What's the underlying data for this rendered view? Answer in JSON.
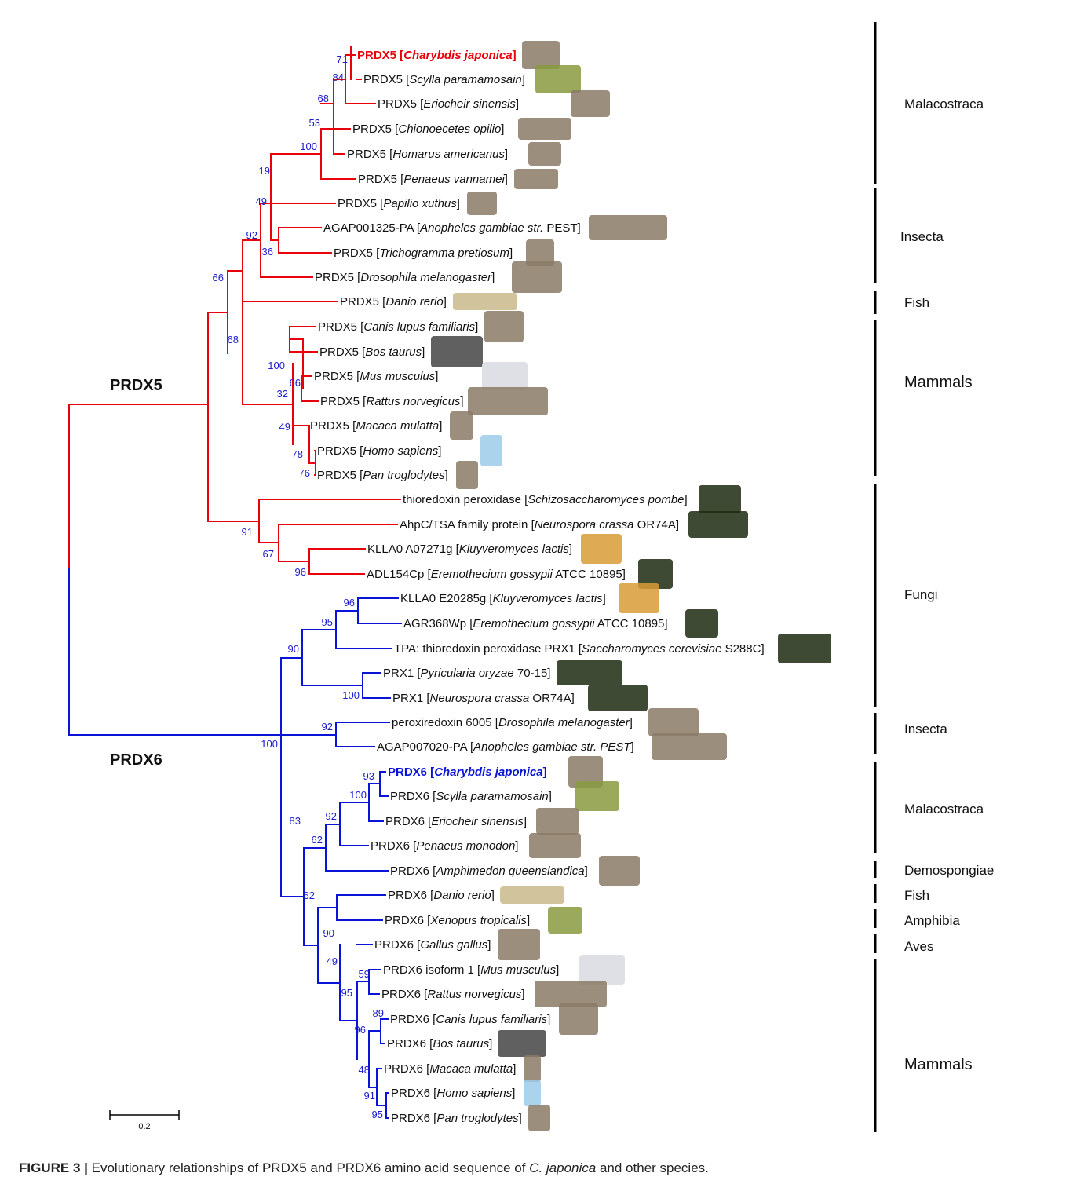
{
  "figure": {
    "caption_label": "FIGURE 3 |",
    "caption_pre": "Evolutionary relationships of PRDX5 and PRDX6 amino acid sequence of",
    "caption_species": "C. japonica",
    "caption_post": "and other species."
  },
  "colors": {
    "prdx5": "#e8000b",
    "prdx6": "#0a14d8",
    "bootstrap": "#1a1ad0",
    "text": "#111111"
  },
  "clades": [
    {
      "label": "PRDX5",
      "color": "prdx5"
    },
    {
      "label": "PRDX6",
      "color": "prdx6"
    }
  ],
  "scale_bar": {
    "label": "0.2"
  },
  "leaves": [
    {
      "pre": "PRDX5 [",
      "sp": "Charybdis japonica",
      "post": "]",
      "clade": "prdx5",
      "highlight": true,
      "icon": "crab-icon"
    },
    {
      "pre": "PRDX5 [",
      "sp": "Scylla paramamosain",
      "post": "]",
      "clade": "prdx5",
      "icon": "green-crab-icon"
    },
    {
      "pre": "PRDX5 [",
      "sp": "Eriocheir sinensis",
      "post": "]",
      "clade": "prdx5",
      "icon": "hairy-crab-icon"
    },
    {
      "pre": "PRDX5 [",
      "sp": "Chionoecetes opilio",
      "post": "]",
      "clade": "prdx5",
      "icon": "snow-crab-icon"
    },
    {
      "pre": "PRDX5 [",
      "sp": "Homarus americanus",
      "post": "]",
      "clade": "prdx5",
      "icon": "lobster-icon"
    },
    {
      "pre": "PRDX5 [",
      "sp": "Penaeus vannamei",
      "post": "]",
      "clade": "prdx5",
      "icon": "shrimp-icon"
    },
    {
      "pre": "PRDX5 [",
      "sp": "Papilio xuthus",
      "post": "]",
      "clade": "prdx5",
      "icon": "butterfly-icon"
    },
    {
      "pre": "AGAP001325-PA [",
      "sp": "Anopheles gambiae str.",
      "post": " PEST]",
      "clade": "prdx5",
      "icon": "mosquito-icon"
    },
    {
      "pre": "PRDX5 [",
      "sp": "Trichogramma pretiosum",
      "post": "]",
      "clade": "prdx5",
      "icon": "wasp-icon"
    },
    {
      "pre": "PRDX5 [",
      "sp": "Drosophila melanogaster",
      "post": "]",
      "clade": "prdx5",
      "icon": "fruit-fly-icon"
    },
    {
      "pre": "PRDX5 [",
      "sp": "Danio rerio",
      "post": "]",
      "clade": "prdx5",
      "icon": "zebrafish-icon"
    },
    {
      "pre": "PRDX5 [",
      "sp": "Canis lupus familiaris",
      "post": "]",
      "clade": "prdx5",
      "icon": "dog-icon"
    },
    {
      "pre": "PRDX5 [",
      "sp": "Bos taurus",
      "post": "]",
      "clade": "prdx5",
      "icon": "cow-icon"
    },
    {
      "pre": "PRDX5 [",
      "sp": "Mus musculus",
      "post": "]",
      "clade": "prdx5",
      "icon": "mouse-icon"
    },
    {
      "pre": "PRDX5 [",
      "sp": "Rattus norvegicus",
      "post": "]",
      "clade": "prdx5",
      "icon": "rat-icon"
    },
    {
      "pre": "PRDX5 [",
      "sp": "Macaca mulatta",
      "post": "]",
      "clade": "prdx5",
      "icon": "macaque-icon"
    },
    {
      "pre": "PRDX5 [",
      "sp": "Homo sapiens",
      "post": "]",
      "clade": "prdx5",
      "icon": "human-icon"
    },
    {
      "pre": "PRDX5 [",
      "sp": "Pan troglodytes",
      "post": "]",
      "clade": "prdx5",
      "icon": "chimpanzee-icon"
    },
    {
      "pre": "thioredoxin peroxidase [",
      "sp": "Schizosaccharomyces pombe",
      "post": "]",
      "clade": "prdx5",
      "icon": "fission-yeast-icon"
    },
    {
      "pre": "AhpC/TSA family protein [",
      "sp": "Neurospora crassa",
      "post": " OR74A]",
      "clade": "prdx5",
      "icon": "mycelium-icon"
    },
    {
      "pre": "KLLA0 A07271g [",
      "sp": "Kluyveromyces lactis",
      "post": "]",
      "clade": "prdx5",
      "icon": "yeast-icon"
    },
    {
      "pre": "ADL154Cp [",
      "sp": "Eremothecium gossypii",
      "post": " ATCC 10895]",
      "clade": "prdx5",
      "icon": "fungus-micrograph-icon"
    },
    {
      "pre": "KLLA0 E20285g [",
      "sp": "Kluyveromyces lactis",
      "post": "]",
      "clade": "prdx6",
      "icon": "yeast-icon"
    },
    {
      "pre": "AGR368Wp [",
      "sp": "Eremothecium gossypii",
      "post": " ATCC 10895]",
      "clade": "prdx6",
      "icon": "fungus-micrograph-icon"
    },
    {
      "pre": "TPA: thioredoxin peroxidase PRX1 [",
      "sp": "Saccharomyces cerevisiae",
      "post": " S288C]",
      "clade": "prdx6",
      "icon": "budding-yeast-icon"
    },
    {
      "pre": "PRX1 [",
      "sp": "Pyricularia oryzae",
      "post": " 70-15]",
      "clade": "prdx6",
      "icon": "rice-blast-icon"
    },
    {
      "pre": "PRX1 [",
      "sp": "Neurospora crassa",
      "post": " OR74A]",
      "clade": "prdx6",
      "icon": "mycelium-icon"
    },
    {
      "pre": "peroxiredoxin 6005 [",
      "sp": "Drosophila melanogaster",
      "post": "]",
      "clade": "prdx6",
      "icon": "fruit-fly-icon"
    },
    {
      "pre": "AGAP007020-PA [",
      "sp": "Anopheles gambiae str. PEST",
      "post": "]",
      "clade": "prdx6",
      "icon": "mosquito-icon"
    },
    {
      "pre": "PRDX6 [",
      "sp": "Charybdis japonica",
      "post": "]",
      "clade": "prdx6",
      "highlight": true,
      "icon": "crab-icon"
    },
    {
      "pre": "PRDX6 [",
      "sp": "Scylla paramamosain",
      "post": "]",
      "clade": "prdx6",
      "icon": "green-crab-icon"
    },
    {
      "pre": "PRDX6 [",
      "sp": "Eriocheir sinensis",
      "post": "]",
      "clade": "prdx6",
      "icon": "hairy-crab-icon"
    },
    {
      "pre": "PRDX6 [",
      "sp": "Penaeus monodon",
      "post": "]",
      "clade": "prdx6",
      "icon": "shrimp-icon"
    },
    {
      "pre": "PRDX6 [",
      "sp": "Amphimedon queenslandica",
      "post": "]",
      "clade": "prdx6",
      "icon": "sponge-icon"
    },
    {
      "pre": "PRDX6 [",
      "sp": "Danio rerio",
      "post": "]",
      "clade": "prdx6",
      "icon": "zebrafish-icon"
    },
    {
      "pre": "PRDX6 [",
      "sp": "Xenopus tropicalis",
      "post": "]",
      "clade": "prdx6",
      "icon": "frog-icon"
    },
    {
      "pre": "PRDX6 [",
      "sp": "Gallus gallus",
      "post": "]",
      "clade": "prdx6",
      "icon": "rooster-icon"
    },
    {
      "pre": "PRDX6 isoform 1 [",
      "sp": "Mus musculus",
      "post": "]",
      "clade": "prdx6",
      "icon": "mouse-icon"
    },
    {
      "pre": "PRDX6 [",
      "sp": "Rattus norvegicus",
      "post": "]",
      "clade": "prdx6",
      "icon": "rat-icon"
    },
    {
      "pre": "PRDX6 [",
      "sp": "Canis lupus familiaris",
      "post": "]",
      "clade": "prdx6",
      "icon": "dog-icon"
    },
    {
      "pre": "PRDX6 [",
      "sp": "Bos taurus",
      "post": "]",
      "clade": "prdx6",
      "icon": "cow-icon"
    },
    {
      "pre": "PRDX6 [",
      "sp": "Macaca mulatta",
      "post": "]",
      "clade": "prdx6",
      "icon": "macaque-icon"
    },
    {
      "pre": "PRDX6 [",
      "sp": "Homo sapiens",
      "post": "]",
      "clade": "prdx6",
      "icon": "human-icon"
    },
    {
      "pre": "PRDX6 [",
      "sp": "Pan troglodytes",
      "post": "]",
      "clade": "prdx6",
      "icon": "chimpanzee-icon"
    }
  ],
  "bootstrap_values": [
    "71",
    "84",
    "68",
    "53",
    "100",
    "19",
    "49",
    "36",
    "92",
    "66",
    "68",
    "100",
    "32",
    "66",
    "49",
    "78",
    "76",
    "91",
    "67",
    "96",
    "96",
    "95",
    "90",
    "100",
    "92",
    "100",
    "93",
    "100",
    "92",
    "62",
    "83",
    "62",
    "90",
    "49",
    "95",
    "59",
    "89",
    "96",
    "48",
    "91",
    "95"
  ],
  "groups": [
    "Malacostraca",
    "Insecta",
    "Fish",
    "Mammals",
    "Fungi",
    "Insecta",
    "Malacostraca",
    "Demospongiae",
    "Fish",
    "Amphibia",
    "Aves",
    "Mammals"
  ]
}
